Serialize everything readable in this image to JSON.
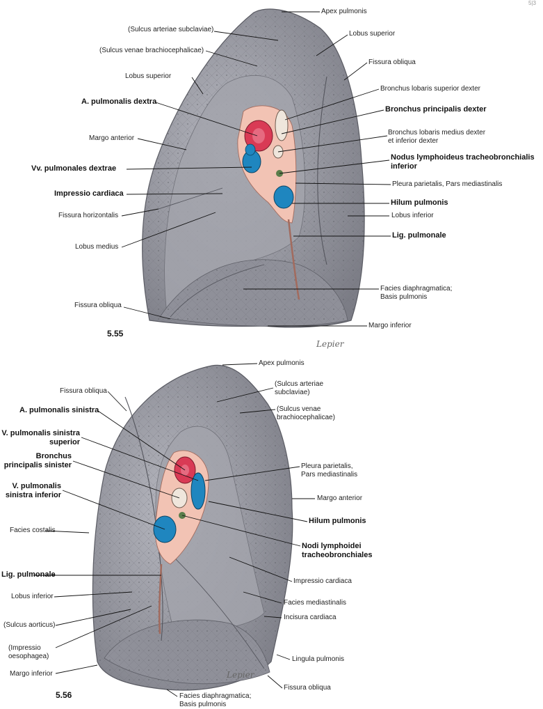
{
  "figures": [
    {
      "number": "5.55",
      "signature": "Lepier",
      "labels": [
        {
          "id": "apex-pulmonis-1",
          "text": "Apex pulmonis",
          "bold": false
        },
        {
          "id": "sulcus-arteriae-subclaviae-1",
          "text": "(Sulcus arteriae subclaviae)",
          "bold": false
        },
        {
          "id": "lobus-superior-right-1",
          "text": "Lobus superior",
          "bold": false
        },
        {
          "id": "sulcus-venae-brachiocephalicae-1",
          "text": "(Sulcus venae brachiocephalicae)",
          "bold": false
        },
        {
          "id": "fissura-obliqua-top-1",
          "text": "Fissura obliqua",
          "bold": false
        },
        {
          "id": "lobus-superior-left-1",
          "text": "Lobus superior",
          "bold": false
        },
        {
          "id": "bronchus-lobaris-superior-dexter",
          "text": "Bronchus lobaris superior dexter",
          "bold": false
        },
        {
          "id": "a-pulmonalis-dextra",
          "text": "A. pulmonalis dextra",
          "bold": true
        },
        {
          "id": "bronchus-principalis-dexter",
          "text": "Bronchus principalis dexter",
          "bold": true
        },
        {
          "id": "bronchus-lobaris-medius",
          "text": "Bronchus lobaris medius dexter\net inferior dexter",
          "bold": false
        },
        {
          "id": "margo-anterior-1",
          "text": "Margo anterior",
          "bold": false
        },
        {
          "id": "nodus-lymphoideus",
          "text": "Nodus lymphoideus tracheobronchialis\ninferior",
          "bold": true
        },
        {
          "id": "vv-pulmonales-dextrae",
          "text": "Vv. pulmonales dextrae",
          "bold": true
        },
        {
          "id": "pleura-parietalis-1",
          "text": "Pleura parietalis, Pars mediastinalis",
          "bold": false
        },
        {
          "id": "impressio-cardiaca-1",
          "text": "Impressio cardiaca",
          "bold": true
        },
        {
          "id": "hilum-pulmonis-1",
          "text": "Hilum pulmonis",
          "bold": true
        },
        {
          "id": "fissura-horizontalis",
          "text": "Fissura horizontalis",
          "bold": false
        },
        {
          "id": "lobus-inferior-1",
          "text": "Lobus inferior",
          "bold": false
        },
        {
          "id": "lig-pulmonale-1",
          "text": "Lig. pulmonale",
          "bold": true
        },
        {
          "id": "lobus-medius",
          "text": "Lobus medius",
          "bold": false
        },
        {
          "id": "facies-diaphragmatica-1",
          "text": "Facies diaphragmatica;\nBasis pulmonis",
          "bold": false
        },
        {
          "id": "fissura-obliqua-bottom-1",
          "text": "Fissura obliqua",
          "bold": false
        },
        {
          "id": "margo-inferior-1",
          "text": "Margo inferior",
          "bold": false
        }
      ]
    },
    {
      "number": "5.56",
      "signature": "Lepier",
      "labels": [
        {
          "id": "apex-pulmonis-2",
          "text": "Apex pulmonis",
          "bold": false
        },
        {
          "id": "fissura-obliqua-top-2",
          "text": "Fissura obliqua",
          "bold": false
        },
        {
          "id": "sulcus-arteriae-subclaviae-2",
          "text": "(Sulcus arteriae\nsubclaviae)",
          "bold": false
        },
        {
          "id": "a-pulmonalis-sinistra",
          "text": "A. pulmonalis sinistra",
          "bold": true
        },
        {
          "id": "sulcus-venae-brachiocephalicae-2",
          "text": "(Sulcus venae\nbrachiocephalicae)",
          "bold": false
        },
        {
          "id": "v-pulmonalis-sinistra-superior",
          "text": "V. pulmonalis sinistra\nsuperior",
          "bold": true
        },
        {
          "id": "bronchus-principalis-sinister",
          "text": "Bronchus\nprincipalis sinister",
          "bold": true
        },
        {
          "id": "pleura-parietalis-2",
          "text": "Pleura parietalis,\nPars mediastinalis",
          "bold": false
        },
        {
          "id": "v-pulmonalis-sinistra-inferior",
          "text": "V. pulmonalis\nsinistra inferior",
          "bold": true
        },
        {
          "id": "margo-anterior-2",
          "text": "Margo anterior",
          "bold": false
        },
        {
          "id": "hilum-pulmonis-2",
          "text": "Hilum pulmonis",
          "bold": true
        },
        {
          "id": "facies-costalis",
          "text": "Facies costalis",
          "bold": false
        },
        {
          "id": "nodi-lymphoidei",
          "text": "Nodi lymphoidei\ntracheobronchiales",
          "bold": true
        },
        {
          "id": "lig-pulmonale-2",
          "text": "Lig. pulmonale",
          "bold": true
        },
        {
          "id": "impressio-cardiaca-2",
          "text": "Impressio cardiaca",
          "bold": false
        },
        {
          "id": "lobus-inferior-2",
          "text": "Lobus inferior",
          "bold": false
        },
        {
          "id": "facies-mediastinalis",
          "text": "Facies mediastinalis",
          "bold": false
        },
        {
          "id": "sulcus-aorticus",
          "text": "(Sulcus aorticus)",
          "bold": false
        },
        {
          "id": "incisura-cardiaca",
          "text": "Incisura cardiaca",
          "bold": false
        },
        {
          "id": "impressio-oesophagea",
          "text": "(Impressio\noesophagea)",
          "bold": false
        },
        {
          "id": "lingula-pulmonis",
          "text": "Lingula pulmonis",
          "bold": false
        },
        {
          "id": "margo-inferior-2",
          "text": "Margo inferior",
          "bold": false
        },
        {
          "id": "fissura-obliqua-bottom-2",
          "text": "Fissura obliqua",
          "bold": false
        },
        {
          "id": "facies-diaphragmatica-2",
          "text": "Facies diaphragmatica;\nBasis pulmonis",
          "bold": false
        }
      ]
    }
  ],
  "colors": {
    "lung": "#8e8f98",
    "lung_dark": "#6f7079",
    "lung_light": "#b3b4bc",
    "artery": "#d93a55",
    "vein": "#1f86bf",
    "bronchus": "#efe6dc",
    "node": "#5a7d4a",
    "hilum": "#f2c3b4"
  },
  "corner_mark": "5|3"
}
